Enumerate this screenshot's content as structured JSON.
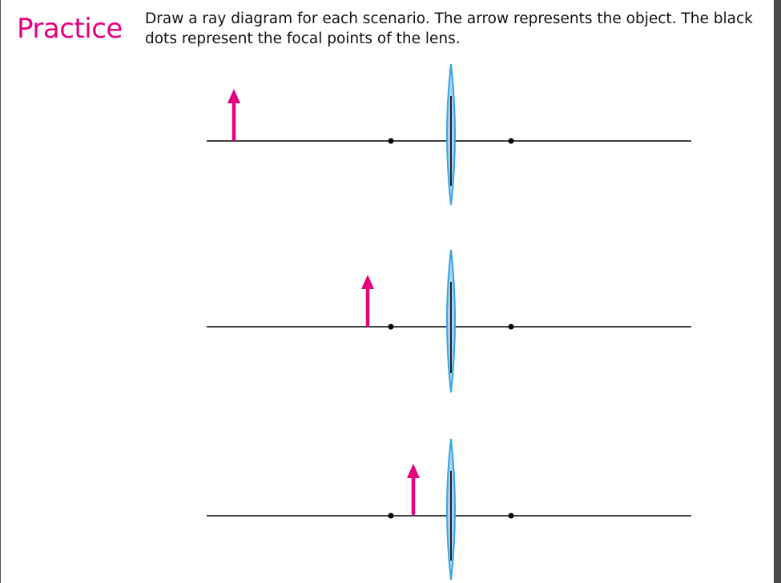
{
  "title": "Practice",
  "instructions": "Draw a ray diagram for each scenario.  The arrow represents the object.  The black dots represent the focal points of the lens.",
  "colors": {
    "title": "#e6007e",
    "object_arrow": "#e6007e",
    "lens_fill": "#a9d4f3",
    "lens_stroke": "#3aa3e3",
    "axis": "#000000",
    "focal_point": "#000000"
  },
  "icons": {
    "object": "upward-arrow",
    "lens": "converging-lens",
    "focal_point": "dot"
  },
  "scenarios": [
    {
      "label": "object far beyond focal point"
    },
    {
      "label": "object just beyond focal point"
    },
    {
      "label": "object between focal point and lens"
    }
  ]
}
